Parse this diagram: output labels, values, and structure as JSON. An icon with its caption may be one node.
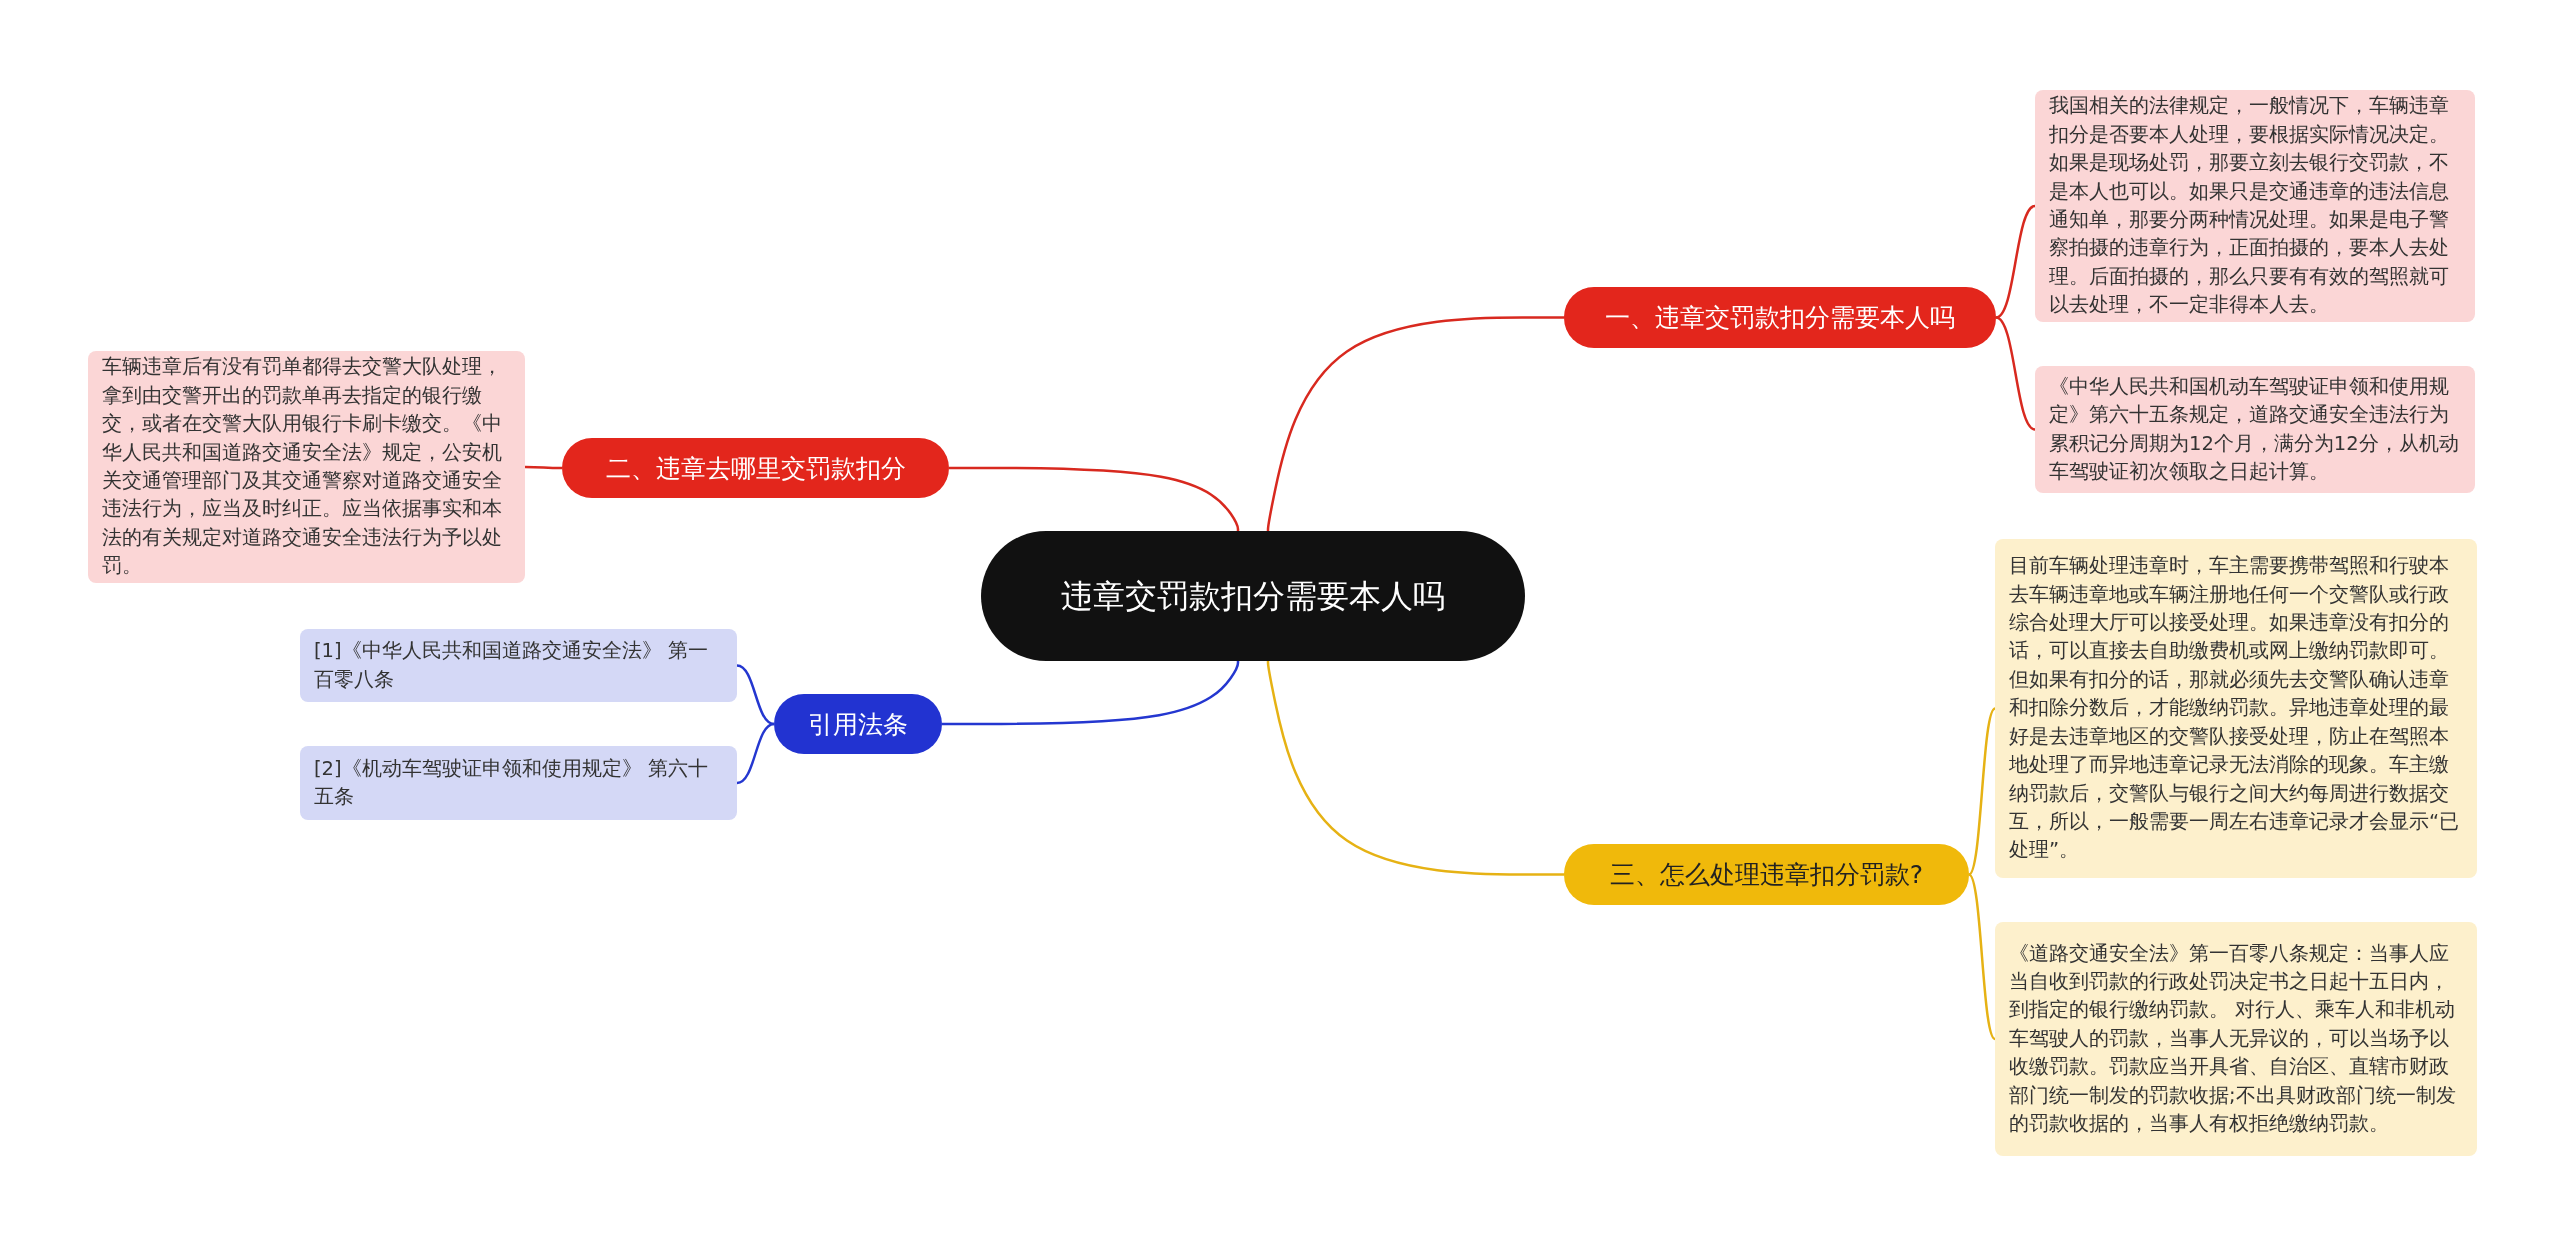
{
  "diagram": {
    "nodes": [
      {
        "text": [
          "违章交罚款扣分需要本人吗"
        ]
      },
      {
        "text": [
          "一、违章交罚款扣分需要本人吗"
        ]
      },
      {
        "text": [
          "我国相关的法律规定，一般情况下，车辆违章扣分是否要本人处理，要根据实际情况决定。如果是现场处罚，那要立刻去银行交罚款，不是本人也可以。如果只是交通违章的违法信息通知单，那要分两种情况处理。如果是电子警察拍摄的违章行为，正面拍摄的，要本人去处理。后面拍摄的，那么只要有有效的驾照就可以去处理，不一定非得本人去。"
        ]
      },
      {
        "text": [
          "《中华人民共和国机动车驾驶证申领和使用规定》第六十五条规定，道路交通安全违法行为累积记分周期为12个月，满分为12分，从机动车驾驶证初次领取之日起计算。"
        ]
      },
      {
        "text": [
          "二、违章去哪里交罚款扣分"
        ]
      },
      {
        "text": [
          "车辆违章后有没有罚单都得去交警大队处理，拿到由交警开出的罚款单再去指定的银行缴交，或者在交警大队用银行卡刷卡缴交。《中华人民共和国道路交通安全法》规定，公安机关交通管理部门及其交通警察对道路交通安全违法行为，应当及时纠正。应当依据事实和本法的有关规定对道路交通安全违法行为予以处罚。"
        ]
      },
      {
        "text": [
          "引用法条"
        ]
      },
      {
        "text": [
          "[1]《中华人民共和国道路交通安全法》 第一百零八条"
        ]
      },
      {
        "text": [
          "[2]《机动车驾驶证申领和使用规定》 第六十五条"
        ]
      },
      {
        "text": [
          "三、怎么处理违章扣分罚款?"
        ]
      },
      {
        "text": [
          "目前车辆处理违章时，车主需要携带驾照和行驶本去车辆违章地或车辆注册地任何一个交警队或行政综合处理大厅可以接受处理。如果违章没有扣分的话，可以直接去自助缴费机或网上缴纳罚款即可。但如果有扣分的话，那就必须先去交警队确认违章和扣除分数后，才能缴纳罚款。异地违章处理的最好是去违章地区的交警队接受处理，防止在驾照本地处理了而异地违章记录无法消除的现象。车主缴纳罚款后，交警队与银行之间大约每周进行数据交互，所以，一般需要一周左右违章记录才会显示“已处理”。"
        ]
      },
      {
        "text": [
          "《道路交通安全法》第一百零八条规定：当事人应当自收到罚款的行政处罚决定书之日起十五日内，到指定的银行缴纳罚款。 对行人、乘车人和非机动车驾驶人的罚款，当事人无异议的，可以当场予以收缴罚款。罚款应当开具省、自治区、直辖市财政部门统一制发的罚款收据;不出具财政部门统一制发的罚款收据的，当事人有权拒绝缴纳罚款。"
        ]
      }
    ],
    "edges": [
      {
        "from": 0,
        "to": 1,
        "arrow": "none"
      },
      {
        "from": 1,
        "to": 2,
        "arrow": "none"
      },
      {
        "from": 1,
        "to": 3,
        "arrow": "none"
      },
      {
        "from": 0,
        "to": 4,
        "arrow": "none"
      },
      {
        "from": 4,
        "to": 5,
        "arrow": "none"
      },
      {
        "from": 0,
        "to": 6,
        "arrow": "none",
        "color": "#2437d0"
      },
      {
        "from": 6,
        "to": 7,
        "arrow": "none",
        "color": "#2437d0"
      },
      {
        "from": 6,
        "to": 8,
        "arrow": "none",
        "color": "#2437d0"
      },
      {
        "from": 0,
        "to": 9,
        "arrow": "none",
        "color": "#e6b214"
      },
      {
        "from": 9,
        "to": 10,
        "arrow": "none",
        "color": "#e6b214"
      },
      {
        "from": 9,
        "to": 11,
        "arrow": "none",
        "color": "#e6b214"
      }
    ]
  }
}
